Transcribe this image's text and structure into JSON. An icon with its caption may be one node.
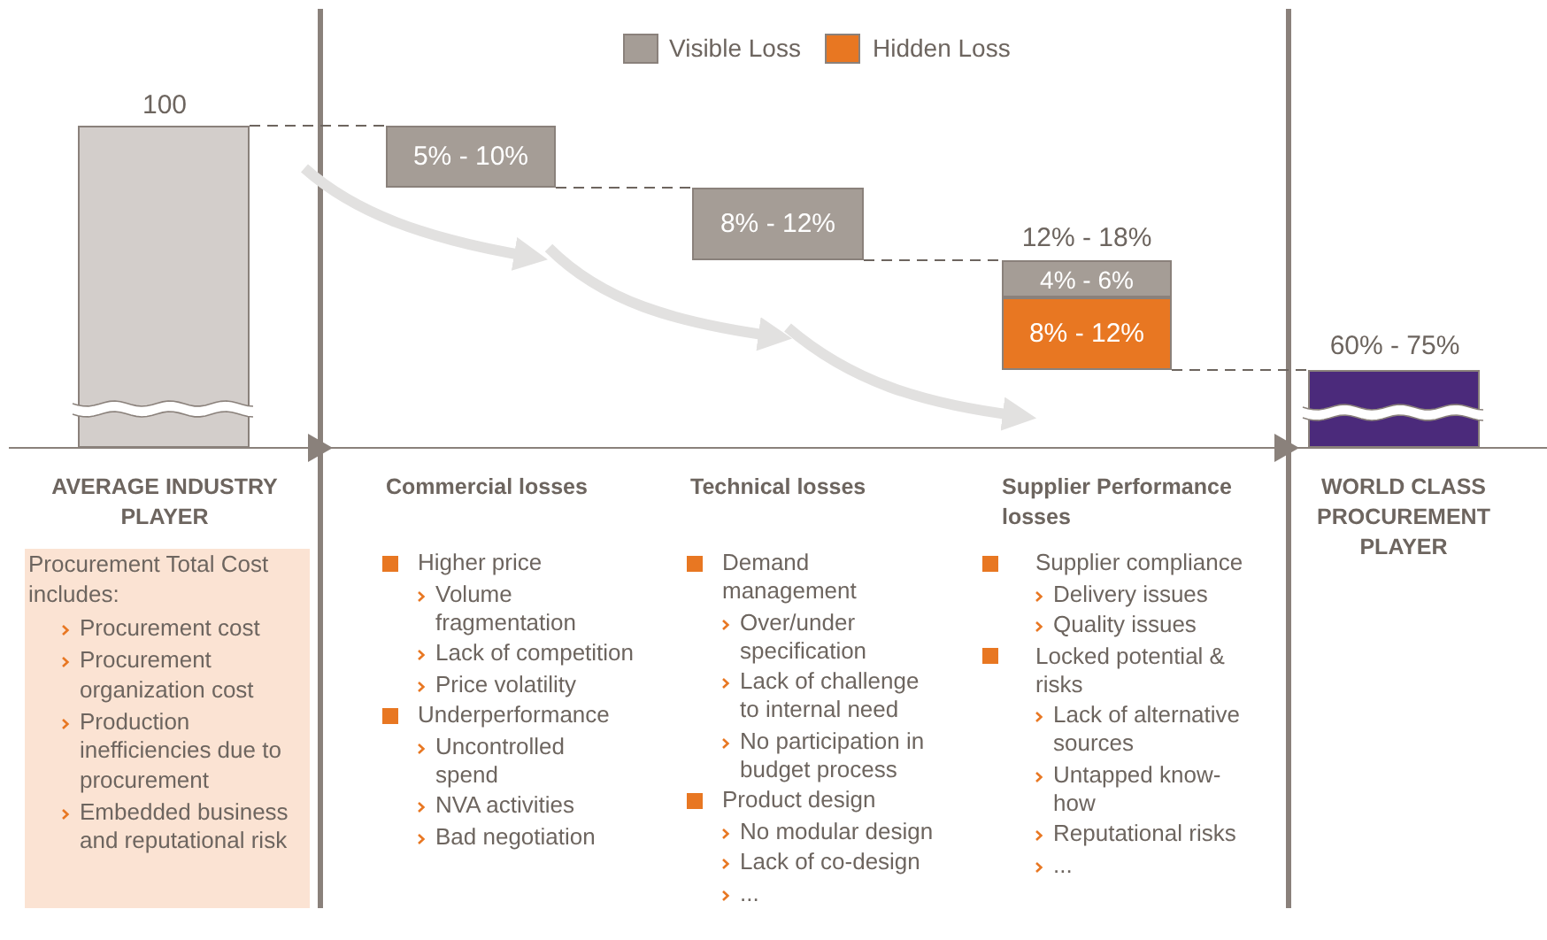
{
  "diagram": {
    "nodes": [
      {
        "text": [],
        "shape": "bar",
        "beside": [
          "100"
        ]
      },
      {
        "text": [
          "5% - 10%"
        ]
      },
      {
        "text": [
          "8% - 12%"
        ]
      },
      {
        "text": [
          "4% - 6%"
        ],
        "beside": [
          "12% - 18%"
        ]
      },
      {
        "text": [
          "8% - 12%"
        ]
      },
      {
        "text": [],
        "shape": "bar",
        "beside": [
          "60% - 75%"
        ]
      },
      {
        "text": [
          "Procurement Total Cost includes:",
          "Procurement cost",
          "Procurement organization cost",
          "Production inefficiencies due to procurement",
          "Embedded business and reputational risk"
        ]
      }
    ],
    "edges": [
      {
        "from": 0,
        "to": 1,
        "arrow": "none",
        "style": "dashed"
      },
      {
        "from": 1,
        "to": 2,
        "arrow": "none",
        "style": "dashed"
      },
      {
        "from": 2,
        "to": 3,
        "arrow": "none",
        "style": "dashed"
      },
      {
        "from": 4,
        "to": 5,
        "arrow": "none",
        "style": "dashed"
      }
    ],
    "labels": [
      "AVERAGE INDUSTRY PLAYER",
      "Commercial losses",
      "Technical losses",
      "Supplier Performance losses",
      "WORLD CLASS PROCUREMENT PLAYER",
      "Higher price",
      "Volume fragmentation",
      "Lack of competition",
      "Price volatility",
      "Underperformance",
      "Uncontrolled spend",
      "NVA activities",
      "Bad negotiation",
      "Demand management",
      "Over/under specification",
      "Lack of challenge to internal need",
      "No participation in budget process",
      "Product design",
      "No modular design",
      "Lack of co-design",
      "...",
      "Supplier compliance",
      "Delivery issues",
      "Quality issues",
      "Locked potential & risks",
      "Lack of alternative sources",
      "Untapped know-how",
      "Reputational risks",
      "..."
    ],
    "legend": [
      {
        "text": "Visible Loss",
        "color": "#a59d96"
      },
      {
        "text": "Hidden Loss",
        "color": "#e87722"
      }
    ]
  }
}
